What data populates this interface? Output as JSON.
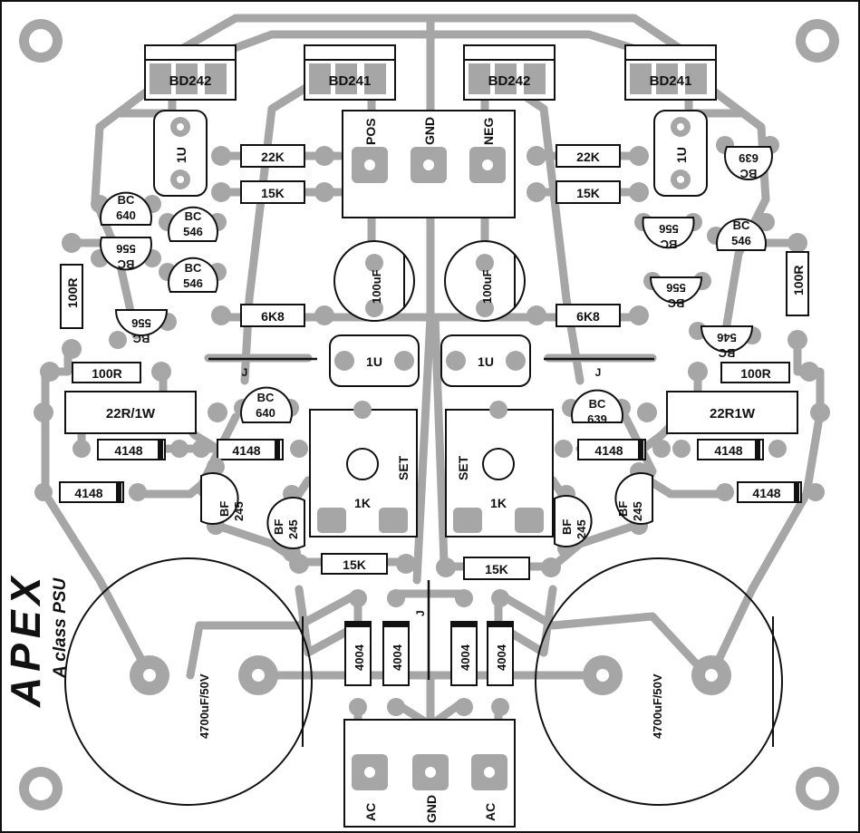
{
  "colors": {
    "trace": "#a6a6a6",
    "ink": "#111111",
    "board": "#ffffff"
  },
  "brand": {
    "logo": "APEX",
    "subtitle": "A class PSU"
  },
  "labels": {
    "bd242": "BD242",
    "bd241": "BD241",
    "pos": "POS",
    "gnd": "GND",
    "neg": "NEG",
    "cap_1u": "1U",
    "r_22k": "22K",
    "r_15k": "15K",
    "r_6k8": "6K8",
    "r_100r": "100R",
    "r_22r1w_left": "22R/1W",
    "r_22r1w_right": "22R1W",
    "d_4148": "4148",
    "d_4004": "4004",
    "cap_100uf": "100uF",
    "cap_4700": "4700uF/50V",
    "pot_1k": "1K",
    "set": "SET",
    "bc": "BC",
    "n640": "640",
    "n546": "546",
    "n556": "556",
    "n639": "639",
    "bf": "BF",
    "n245": "245",
    "jumper": "J",
    "ac": "AC"
  }
}
